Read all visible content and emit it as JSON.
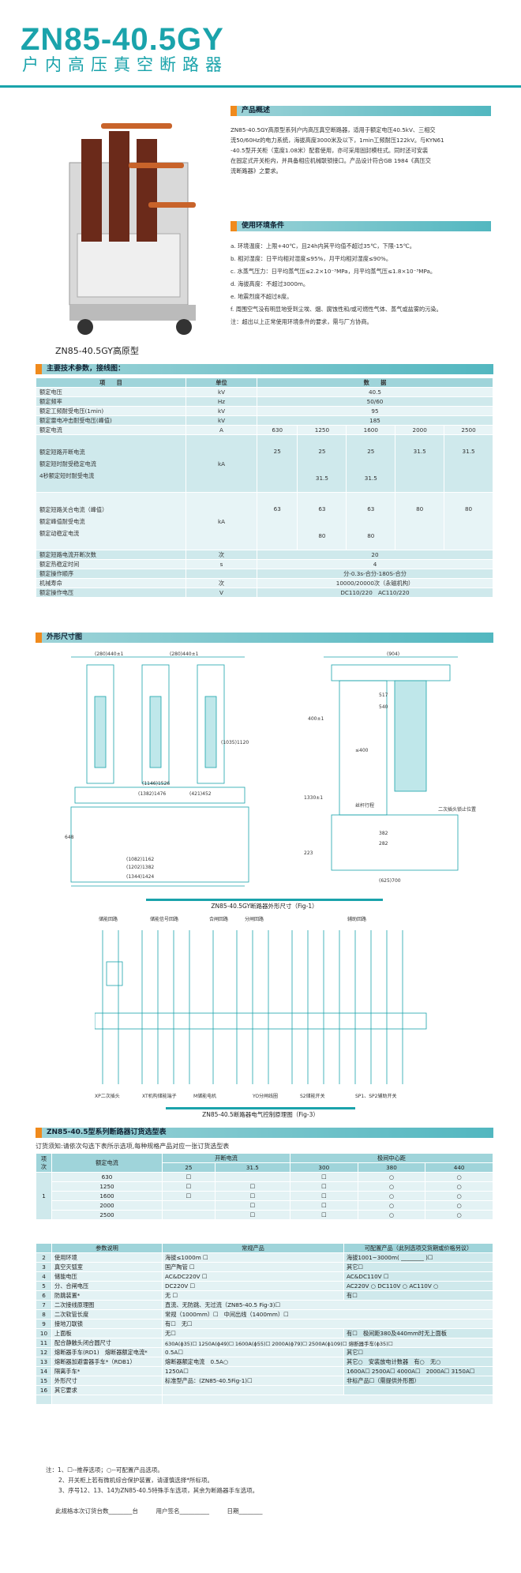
{
  "header": {
    "title": "ZN85-40.5GY",
    "subtitle": "户内高压真空断路器"
  },
  "product": {
    "caption": "ZN85-40.5GY高原型"
  },
  "overview": {
    "heading": "产品概述",
    "lines": [
      "ZN85-40.5GY高原型系列户内高压真空断路器，适用于额定电压40.5kV、三相交",
      "流50/60Hz的电力系统，海拔高度3000米及以下，1min工频耐压122kV。与KYN61",
      "-40.5型开关柜（宽度1.08米）配套使用，亦可采用固封模柱式。同时还可安装",
      "在固定式开关柜内，并具备相应机械联锁接口。产品设计符合GB 1984《高压交",
      "流断路器》之要求。"
    ]
  },
  "environment": {
    "heading": "使用环境条件",
    "lines": [
      "a. 环境温度：上限+40℃，且24h内其平均值不超过35℃，下限-15℃。",
      "b. 相对湿度：日平均相对湿度≤95%，月平均相对湿度≤90%。",
      "c. 水蒸气压力：日平均蒸气压≤2.2×10⁻³MPa，月平均蒸气压≤1.8×10⁻³MPa。",
      "d. 海拔高度：不超过3000m。",
      "e. 地震烈度不超过8度。",
      "f. 周围空气没有明显地受到尘埃、烟、腐蚀性和/或可燃性气体、蒸气或盐雾的污染。",
      "注：超出以上正常使用环境条件的要求，需与厂方协商。"
    ]
  },
  "tech": {
    "heading": "主要技术参数，接线图：",
    "cols": [
      "项　　目",
      "单位",
      "数　　据"
    ],
    "rows": [
      [
        "额定电压",
        "kV",
        "40.5"
      ],
      [
        "额定频率",
        "Hz",
        "50/60"
      ],
      [
        "额定工频耐受电压(1min)",
        "kV",
        "95"
      ],
      [
        "额定雷电冲击耐受电压(峰值)",
        "kV",
        "185"
      ]
    ],
    "current": {
      "label": "额定电流",
      "unit": "A",
      "values": [
        "630",
        "1250",
        "1600",
        "2000",
        "2500"
      ]
    },
    "short1": {
      "labels": [
        "额定短路开断电流",
        "额定短时耐受稳定电流",
        "4秒额定短时耐受电流"
      ],
      "unit": "kA",
      "top": [
        "25",
        "25",
        "25",
        "",
        ""
      ],
      "bottom": [
        "",
        "31.5",
        "31.5",
        "31.5",
        "31.5"
      ]
    },
    "short2": {
      "labels": [
        "额定短路关合电流（峰值）",
        "额定峰值耐受电流",
        "额定动稳定电流"
      ],
      "unit": "kA",
      "top": [
        "63",
        "63",
        "63",
        "",
        ""
      ],
      "bottom": [
        "",
        "80",
        "80",
        "80",
        "80"
      ]
    },
    "rows2": [
      [
        "额定短路电流开断次数",
        "次",
        "20"
      ],
      [
        "额定热稳定时间",
        "s",
        "4"
      ],
      [
        "额定操作顺序",
        "",
        "分-0.3s-合分-180S-合分"
      ],
      [
        "机械寿命",
        "次",
        "10000/20000次（永磁机构）"
      ],
      [
        "额定操作电压",
        "V",
        "DC110/220　AC110/220"
      ]
    ]
  },
  "dims": {
    "heading": "外形尺寸图",
    "fig1_caption": "ZN85-40.5GY断路器外形尺寸（Fig-1）",
    "fig3_caption": "ZN85-40.5断路器电气控制原理图（Fig-3）",
    "front_labels": [
      "(280)440±1",
      "(280)440±1",
      "(1146)1526",
      "(1382)1476",
      "(421)452",
      "(1082)1162",
      "(1202)1382",
      "(1344)1424",
      "648",
      "(1035)1120"
    ],
    "side_labels": [
      "(904)",
      "517",
      "540",
      "400±1",
      "≤400",
      "1330±1",
      "223",
      "382",
      "282",
      "(625)700",
      "丝杆行程",
      "二次插头锁止位置"
    ],
    "circuit_top": [
      "储能回路",
      "储能信号回路",
      "合闸回路",
      "分闸回路",
      "辅助回路"
    ],
    "circuit_bottom": [
      "XP二次插头",
      "XT机构储能端子",
      "M储能电机",
      "YO分闸线圈",
      "S2储能开关",
      "SP1、SP2辅助开关"
    ]
  },
  "order": {
    "heading": "ZN85-40.5型系列断路器订货选型表",
    "note": "订货须知:请依次勾选下表所示选项,每种规格产品对应一张订货选型表",
    "h_item": "项次",
    "h_current": "额定电流",
    "h_break": "开断电流",
    "h_center": "极间中心距",
    "break_vals": [
      "25",
      "31.5"
    ],
    "center_vals": [
      "300",
      "380",
      "440"
    ],
    "currents": [
      "630",
      "1250",
      "1600",
      "2000",
      "2500"
    ],
    "h_param": "参数说明",
    "h_normal": "常规产品",
    "h_option": "可配置产品（此列选项交货期或价格另议）",
    "rows": [
      [
        "2",
        "使用环境",
        "海拔≤1000m ☐",
        "海拔1001~3000m( ________ )☐"
      ],
      [
        "3",
        "真空灭弧室",
        "国产陶管 ☐",
        "其它☐"
      ],
      [
        "4",
        "储能电压",
        "AC&DC220V ☐",
        "AC&DC110V ☐"
      ],
      [
        "5",
        "分、合闸电压",
        "DC220V ☐",
        "AC220V ○ DC110V ○ AC110V ○"
      ],
      [
        "6",
        "防跳装置*",
        "无 ☐",
        "有☐"
      ],
      [
        "7",
        "二次接线原理图",
        "直流、无防跳、无过流（ZN85-40.5 Fig-3)☐",
        ""
      ],
      [
        "8",
        "二次软管长度",
        "常规（1000mm）☐　中间出线（1400mm）☐",
        ""
      ],
      [
        "9",
        "接地刀联锁",
        "有☐　无☐",
        ""
      ],
      [
        "10",
        "上面板",
        "无☐",
        "有☐　极间距380及440mm时无上面板"
      ],
      [
        "11",
        "配合静触头闭合圆尺寸",
        "630A(ϕ35)☐ 1250A(ϕ49)☐ 1600A(ϕ55)☐ 2000A(ϕ79)☐ 2500A(ϕ109)☐ 熔断器手车(ϕ35)☐",
        ""
      ],
      [
        "12",
        "熔断器手车(RD1)　熔断器额定电流*",
        "0.5A☐",
        "其它☐"
      ],
      [
        "13",
        "熔断器加避雷器手车*（RDB1）",
        "熔断器额定电流　0.5A○",
        "其它○　安装放电计数器　有○　无○"
      ],
      [
        "14",
        "隔离手车*",
        "1250A☐",
        "1600A☐ 2500A☐ 4000A☐　2000A☐ 3150A☐"
      ],
      [
        "15",
        "外形尺寸",
        "标准型产品：(ZN85-40.5Fig-1)☐",
        "非标产品☐（需提供外形图）"
      ],
      [
        "16",
        "其它要求",
        "",
        ""
      ]
    ],
    "notes": [
      "注：1、☐--推荐选项；○--可配置产品选项。",
      "2、开关柜上若有微机综合保护装置，请谨慎选择*所标项。",
      "3、序号12、13、14为ZN85-40.5特殊手车选项，其余为断路器手车选项。"
    ],
    "footer": "此规格本次订货台数________台　　　用户签名__________　　　日期________"
  }
}
